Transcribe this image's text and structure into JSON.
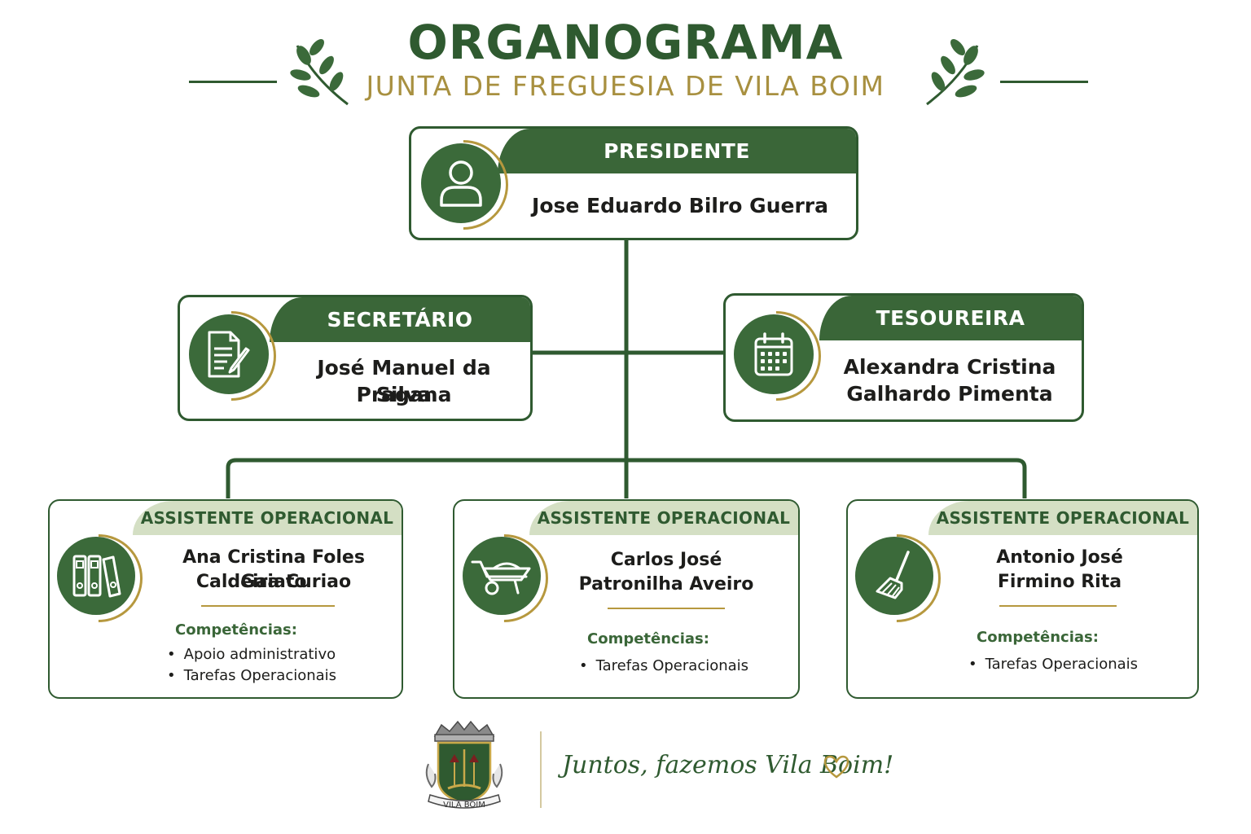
{
  "header": {
    "title": "ORGANOGRAMA",
    "subtitle": "JUNTA DE FREGUESIA DE VILA BOIM"
  },
  "colors": {
    "primary_green": "#3a6638",
    "dark_green": "#2f5a30",
    "gold": "#b6983e",
    "light_green": "#d4dfc4"
  },
  "president": {
    "role": "PRESIDENTE",
    "name": "Jose Eduardo Bilro Guerra",
    "icon": "person-icon"
  },
  "secretary": {
    "role": "SECRETÁRIO",
    "name_line1": "José Manuel da Silva",
    "name_line2": "Pragana",
    "icon": "document-pen-icon"
  },
  "treasurer": {
    "role": "TESOUREIRA",
    "name_line1": "Alexandra Cristina",
    "name_line2": "Galhardo Pimenta",
    "icon": "calendar-icon"
  },
  "assistants": [
    {
      "role": "ASSISTENTE OPERACIONAL",
      "name_line1": "Ana Cristina Foles Gaiato",
      "name_line2": "Caldeira Curiao",
      "competencies_label": "Competências:",
      "competencies": [
        "Apoio administrativo",
        "Tarefas Operacionais"
      ],
      "icon": "binders-icon"
    },
    {
      "role": "ASSISTENTE OPERACIONAL",
      "name_line1": "Carlos José",
      "name_line2": "Patronilha Aveiro",
      "competencies_label": "Competências:",
      "competencies": [
        "Tarefas Operacionais"
      ],
      "icon": "wheelbarrow-icon"
    },
    {
      "role": "ASSISTENTE OPERACIONAL",
      "name_line1": "Antonio José",
      "name_line2": "Firmino Rita",
      "competencies_label": "Competências:",
      "competencies": [
        "Tarefas Operacionais"
      ],
      "icon": "broom-icon"
    }
  ],
  "footer": {
    "slogan": "Juntos, fazemos Vila Boim!",
    "crest_label": "VILA BOIM"
  }
}
